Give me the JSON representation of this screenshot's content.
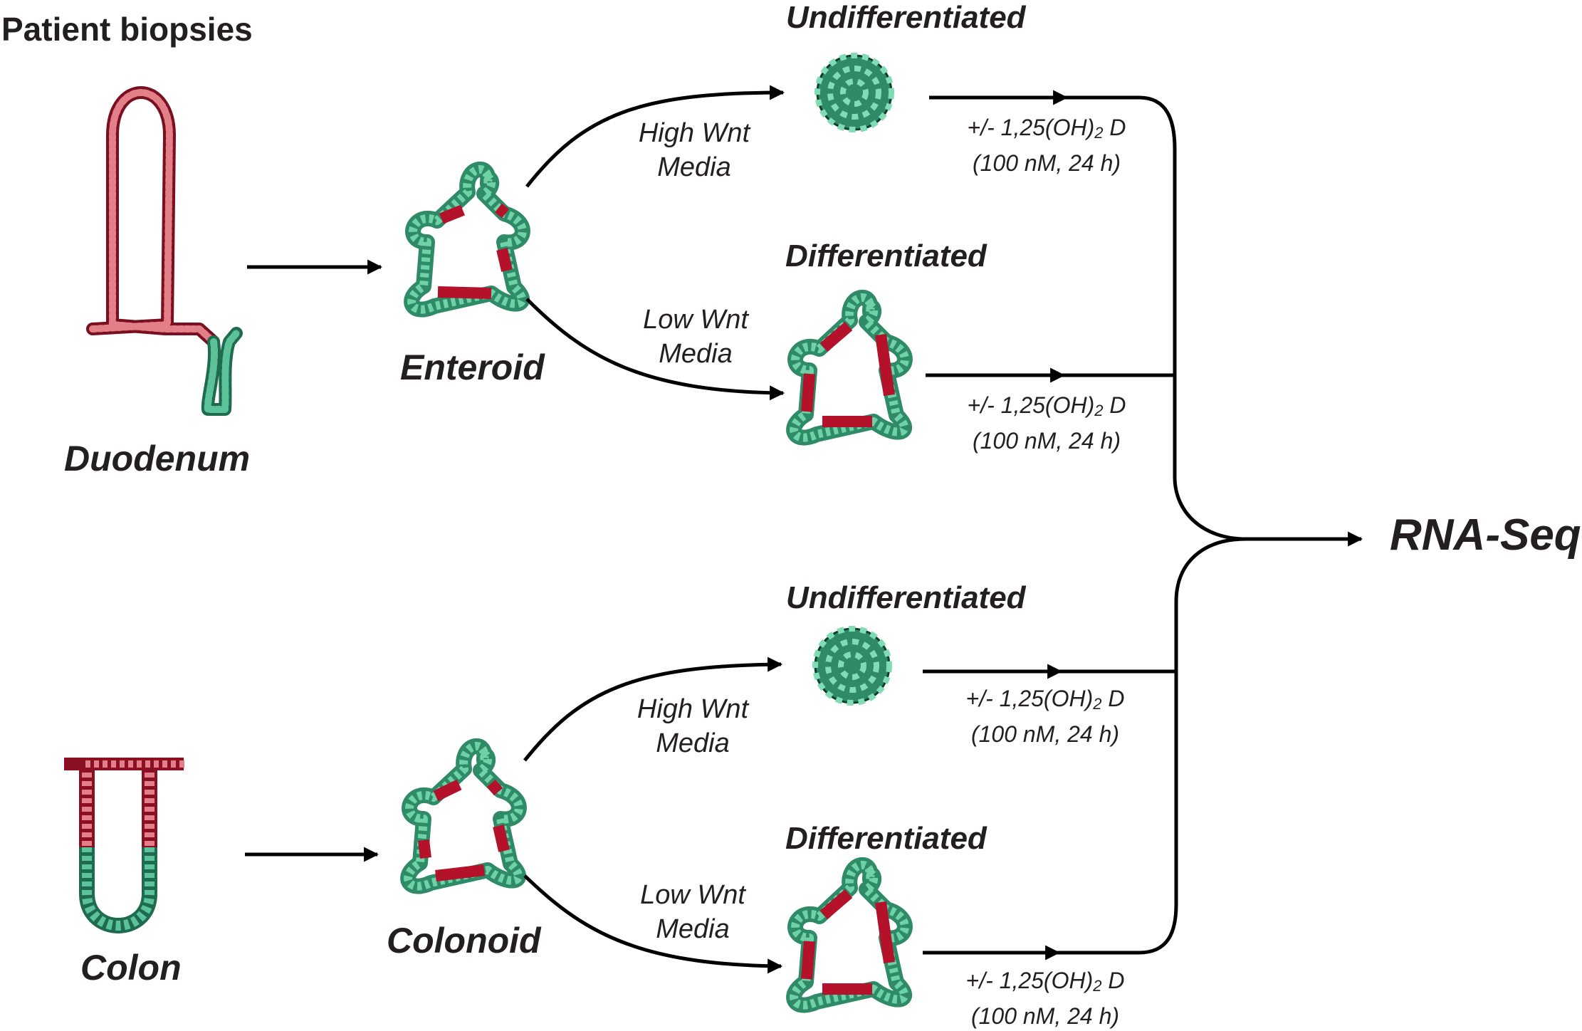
{
  "title": "Patient biopsies",
  "tissues": {
    "duodenum": "Duodenum",
    "colon": "Colon"
  },
  "organoids": {
    "enteroid": "Enteroid",
    "colonoid": "Colonoid"
  },
  "stages": {
    "undifferentiated": "Undifferentiated",
    "differentiated": "Differentiated"
  },
  "media": {
    "high": {
      "line1": "High Wnt",
      "line2": "Media"
    },
    "low": {
      "line1": "Low Wnt",
      "line2": "Media"
    }
  },
  "treatment": {
    "prefix": "+/- 1,25(OH)",
    "subscript": "2",
    "suffix": " D",
    "line2": "(100 nM, 24 h)"
  },
  "output": "RNA-Seq",
  "colors": {
    "green": "#2f8a68",
    "green_light": "#5cc29a",
    "red": "#b3122a",
    "red_light": "#e27f88",
    "ink": "#000000"
  }
}
